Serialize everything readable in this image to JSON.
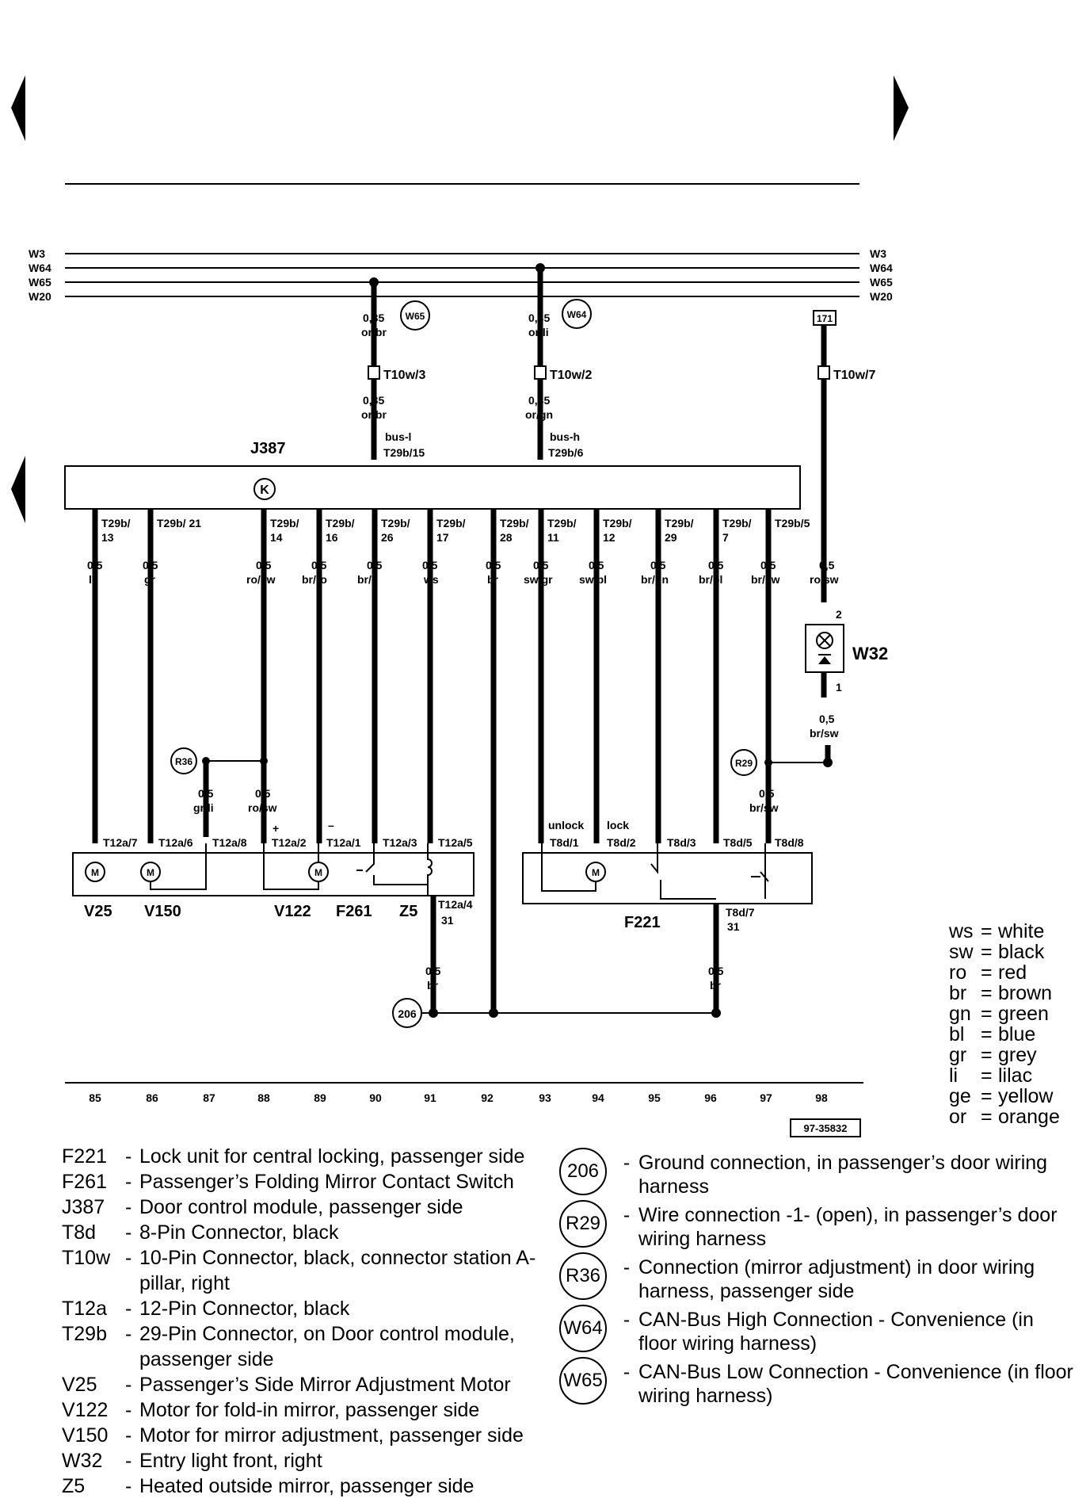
{
  "bus_lines": [
    "W3",
    "W64",
    "W65",
    "W20"
  ],
  "circles_top": {
    "w65": "W65",
    "w64": "W64"
  },
  "box171": "171",
  "connectors_top": {
    "t10w3": "T10w/3",
    "t10w2": "T10w/2",
    "t10w7": "T10w/7",
    "busl": "bus-l",
    "t29b15": "T29b/15",
    "bush": "bus-h",
    "t29b6": "T29b/6"
  },
  "wires_top": {
    "a1": "0,35",
    "a2": "or/br",
    "a3": "0,35",
    "a4": "or/br",
    "b1": "0,35",
    "b2": "or/li",
    "b3": "0,35",
    "b4": "or/gn"
  },
  "module": {
    "name": "J387",
    "symbol": "K"
  },
  "pins": [
    {
      "l1": "T29b/",
      "l2": "13",
      "g": "0,5",
      "c": "li"
    },
    {
      "l1": "T29b/ 21",
      "l2": "",
      "g": "0,5",
      "c": "gr"
    },
    {
      "l1": "T29b/",
      "l2": "14",
      "g": "0,5",
      "c": "ro/sw"
    },
    {
      "l1": "T29b/",
      "l2": "16",
      "g": "0,5",
      "c": "br/ro"
    },
    {
      "l1": "T29b/",
      "l2": "26",
      "g": "0,5",
      "c": "br/li"
    },
    {
      "l1": "T29b/",
      "l2": "17",
      "g": "0,5",
      "c": "ws"
    },
    {
      "l1": "T29b/",
      "l2": "28",
      "g": "0,5",
      "c": "br"
    },
    {
      "l1": "T29b/",
      "l2": "11",
      "g": "0,5",
      "c": "sw/gr"
    },
    {
      "l1": "T29b/",
      "l2": "12",
      "g": "0,5",
      "c": "sw/bl"
    },
    {
      "l1": "T29b/",
      "l2": "29",
      "g": "0,5",
      "c": "br/gn"
    },
    {
      "l1": "T29b/",
      "l2": "7",
      "g": "0,5",
      "c": "br/bl"
    },
    {
      "l1": "T29b/5",
      "l2": "",
      "g": "0,5",
      "c": "br/sw"
    }
  ],
  "w32_wire": {
    "g1": "0,5",
    "c1": "ro/sw",
    "g2": "0,5",
    "c2": "br/sw",
    "pin2": "2",
    "pin1": "1",
    "name": "W32"
  },
  "mid": {
    "r36": "R36",
    "r29": "R29",
    "r36g": "0,5",
    "r36c": "gr/li",
    "r36g2": "0,5",
    "r36c2": "ro/sw",
    "r29g": "0,5",
    "r29c": "br/sw",
    "plus": "+",
    "minus": "–",
    "unlock": "unlock",
    "lock": "lock"
  },
  "t12": [
    "T12a/7",
    "T12a/6",
    "T12a/8",
    "T12a/2",
    "T12a/1",
    "T12a/3",
    "T12a/5",
    "T12a/4",
    "31"
  ],
  "t8": [
    "T8d/1",
    "T8d/2",
    "T8d/3",
    "T8d/5",
    "T8d/8",
    "T8d/7",
    "31"
  ],
  "components": {
    "v25": "V25",
    "v150": "V150",
    "v122": "V122",
    "f261": "F261",
    "z5": "Z5",
    "f221": "F221",
    "m": "M"
  },
  "ground": {
    "label": "206",
    "g1": "0,5",
    "c1": "br",
    "g2": "0,5",
    "c2": "br"
  },
  "tracks": [
    "85",
    "86",
    "87",
    "88",
    "89",
    "90",
    "91",
    "92",
    "93",
    "94",
    "95",
    "96",
    "97",
    "98"
  ],
  "ref": "97-35832",
  "color_codes": [
    {
      "ab": "ws",
      "name": "white"
    },
    {
      "ab": "sw",
      "name": "black"
    },
    {
      "ab": "ro",
      "name": "red"
    },
    {
      "ab": "br",
      "name": "brown"
    },
    {
      "ab": "gn",
      "name": "green"
    },
    {
      "ab": "bl",
      "name": "blue"
    },
    {
      "ab": "gr",
      "name": "grey"
    },
    {
      "ab": "li",
      "name": "lilac"
    },
    {
      "ab": "ge",
      "name": "yellow"
    },
    {
      "ab": "or",
      "name": "orange"
    }
  ],
  "legend_left": [
    {
      "code": "F221",
      "dash": "-",
      "desc": "Lock unit for central locking, passenger side"
    },
    {
      "code": "F261",
      "dash": "-",
      "desc": "Passenger’s Folding Mirror Contact Switch"
    },
    {
      "code": "J387",
      "dash": "-",
      "desc": "Door control module, passenger side"
    },
    {
      "code": "T8d",
      "dash": "-",
      "desc": "8-Pin Connector, black"
    },
    {
      "code": "T10w",
      "dash": "-",
      "desc": "10-Pin Connector, black, connector station A-pillar, right"
    },
    {
      "code": "T12a",
      "dash": "-",
      "desc": "12-Pin Connector, black"
    },
    {
      "code": "T29b",
      "dash": "-",
      "desc": "29-Pin Connector, on Door control module, passenger side"
    },
    {
      "code": "V25",
      "dash": "-",
      "desc": "Passenger’s Side Mirror Adjustment Motor"
    },
    {
      "code": "V122",
      "dash": "-",
      "desc": "Motor for fold-in mirror, passenger side"
    },
    {
      "code": "V150",
      "dash": "-",
      "desc": "Motor for mirror adjustment, passenger side"
    },
    {
      "code": "W32",
      "dash": "-",
      "desc": "Entry light front, right"
    },
    {
      "code": "Z5",
      "dash": "-",
      "desc": "Heated outside mirror, passenger side"
    }
  ],
  "legend_right": [
    {
      "code": "206",
      "desc": "Ground connection, in passenger’s door wiring harness"
    },
    {
      "code": "R29",
      "desc": "Wire connection -1- (open), in passenger’s door wiring harness"
    },
    {
      "code": "R36",
      "desc": "Connection (mirror adjustment) in door wiring harness, passenger side"
    },
    {
      "code": "W64",
      "desc": "CAN-Bus High Connection - Convenience (in floor wiring harness)"
    },
    {
      "code": "W65",
      "desc": "CAN-Bus Low Connection - Convenience (in floor wiring harness)"
    }
  ]
}
